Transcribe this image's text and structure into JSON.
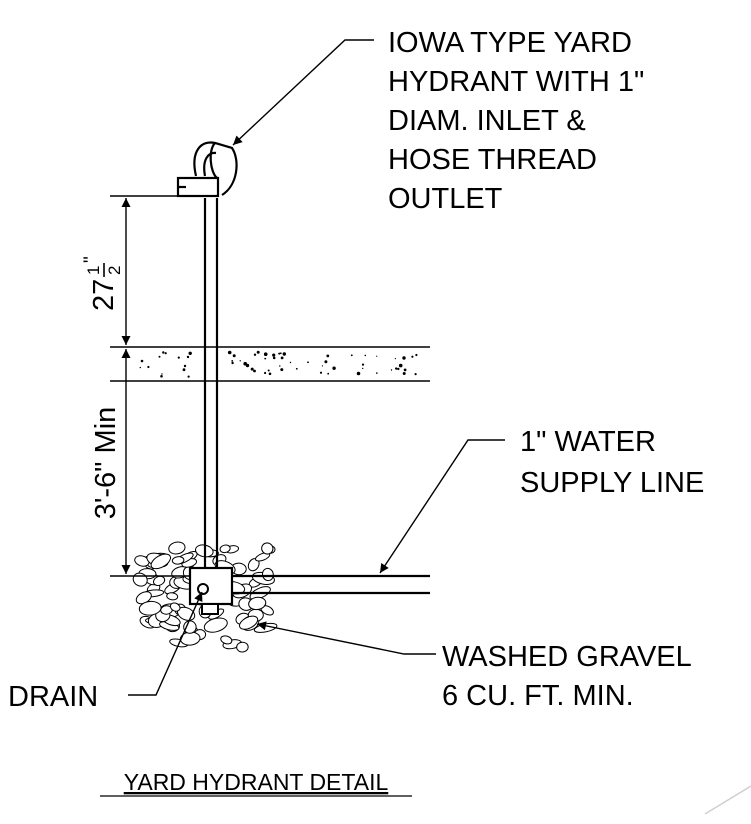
{
  "callouts": {
    "hydrant": [
      "IOWA TYPE YARD",
      "HYDRANT WITH 1\"",
      "DIAM. INLET &",
      "HOSE THREAD",
      "OUTLET"
    ],
    "supply": [
      "1\" WATER",
      "SUPPLY LINE"
    ],
    "gravel": [
      "WASHED GRAVEL",
      "6 CU. FT. MIN."
    ],
    "drain": "DRAIN"
  },
  "dimensions": {
    "height_above_grade": {
      "whole": "27",
      "num": "1",
      "den": "2",
      "unit": "\""
    },
    "bury_depth": "3'-6\" Min"
  },
  "title": "YARD HYDRANT DETAIL"
}
